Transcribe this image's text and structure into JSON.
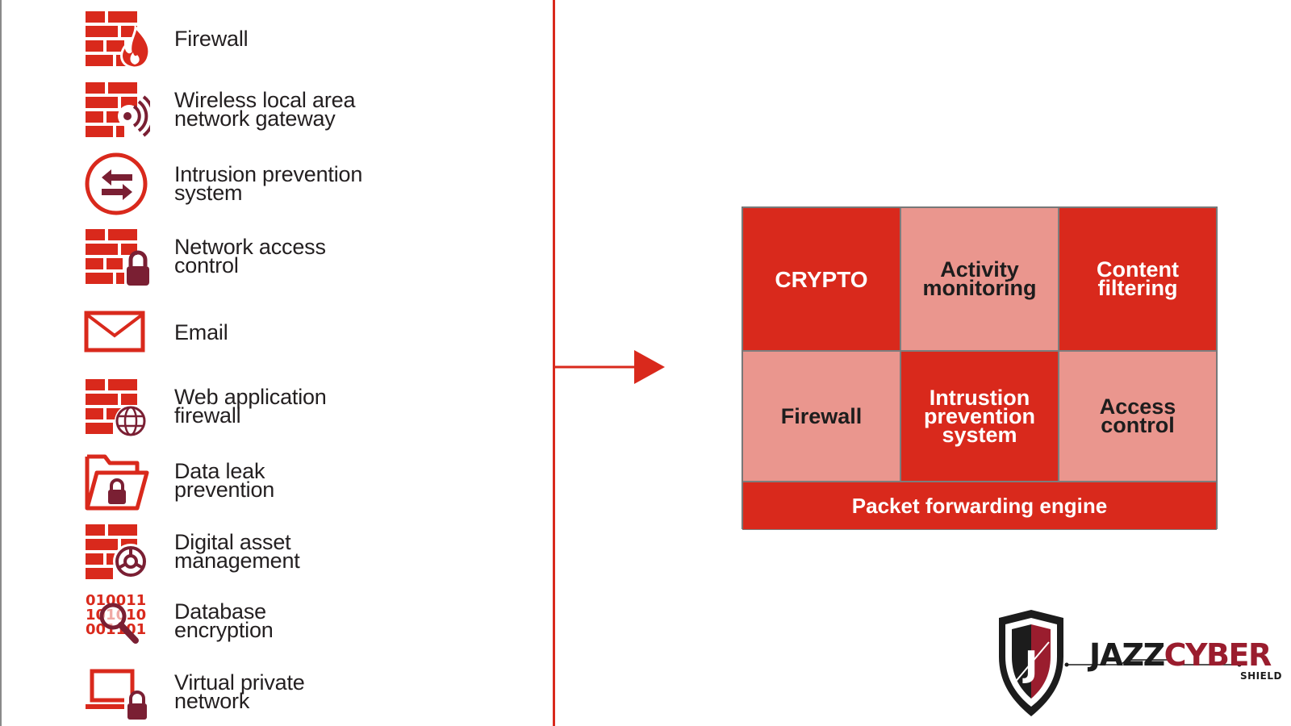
{
  "features": [
    {
      "icon": "firewall-flame-icon",
      "label": "Firewall"
    },
    {
      "icon": "wireless-gateway-icon",
      "label": "Wireless local area\nnetwork gateway"
    },
    {
      "icon": "intrusion-prevention-icon",
      "label": "Intrusion prevention\nsystem"
    },
    {
      "icon": "network-access-lock-icon",
      "label": "Network access\ncontrol"
    },
    {
      "icon": "email-envelope-icon",
      "label": "Email"
    },
    {
      "icon": "web-application-firewall-icon",
      "label": "Web application\nfirewall"
    },
    {
      "icon": "data-leak-folder-icon",
      "label": "Data leak\nprevention"
    },
    {
      "icon": "digital-asset-icon",
      "label": "Digital asset\nmanagement"
    },
    {
      "icon": "database-encryption-icon",
      "label": "Database\nencryption"
    },
    {
      "icon": "vpn-laptop-icon",
      "label": "Virtual private\nnetwork"
    }
  ],
  "architecture": {
    "cells": [
      {
        "label": "CRYPTO",
        "tone": "dark"
      },
      {
        "label": "Activity\nmonitoring",
        "tone": "light"
      },
      {
        "label": "Content\nfiltering",
        "tone": "dark"
      },
      {
        "label": "Firewall",
        "tone": "light"
      },
      {
        "label": "Intrustion\nprevention\nsystem",
        "tone": "dark"
      },
      {
        "label": "Access\ncontrol",
        "tone": "light"
      }
    ],
    "base": "Packet forwarding engine"
  },
  "logo": {
    "brand_a": "JAZZ",
    "brand_b": "CYBER",
    "sub": "SHIELD",
    "mark": "J"
  },
  "colors": {
    "accent": "#d9291c",
    "light": "#ea968e",
    "icon_dark": "#7a1f33",
    "text": "#231f20"
  }
}
